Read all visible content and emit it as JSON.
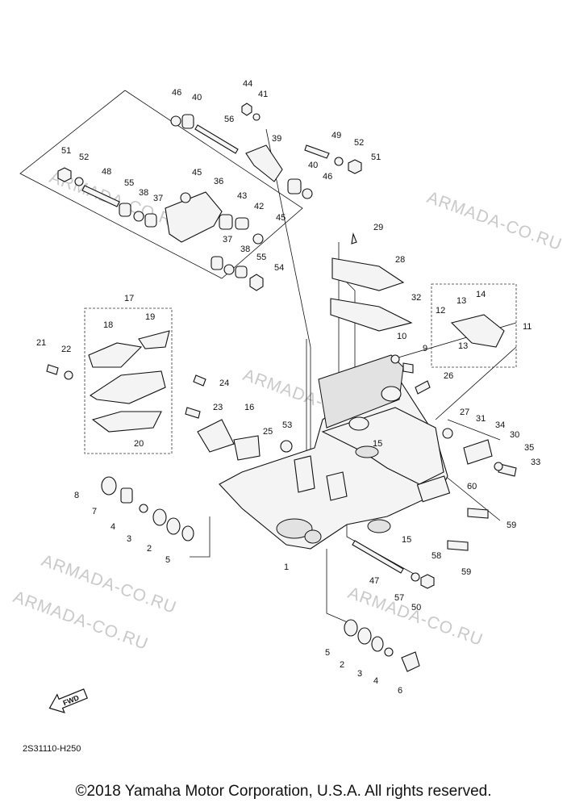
{
  "watermarks": [
    "ARMADA-CO.RU",
    "ARMADA-CO.RU",
    "ARMADA-CO.RU",
    "ARMADA-CO.RU",
    "ARMADA-CO.RU",
    "ARMADA-CO.RU"
  ],
  "fwd_label": "FWD",
  "diagram_code": "2S31110-H250",
  "copyright": "©2018 Yamaha Motor Corporation, U.S.A. All rights reserved.",
  "callouts": [
    "1",
    "2",
    "3",
    "4",
    "5",
    "6",
    "7",
    "8",
    "9",
    "10",
    "11",
    "12",
    "13",
    "14",
    "15",
    "16",
    "17",
    "18",
    "19",
    "20",
    "21",
    "22",
    "23",
    "24",
    "25",
    "26",
    "27",
    "28",
    "29",
    "30",
    "31",
    "32",
    "33",
    "34",
    "35",
    "36",
    "37",
    "38",
    "39",
    "40",
    "41",
    "42",
    "43",
    "44",
    "45",
    "46",
    "47",
    "48",
    "49",
    "50",
    "51",
    "52",
    "53",
    "54",
    "55",
    "56",
    "57",
    "58",
    "59",
    "60"
  ],
  "colors": {
    "line": "#111111",
    "watermark": "#c9c9c9",
    "background": "#ffffff"
  }
}
